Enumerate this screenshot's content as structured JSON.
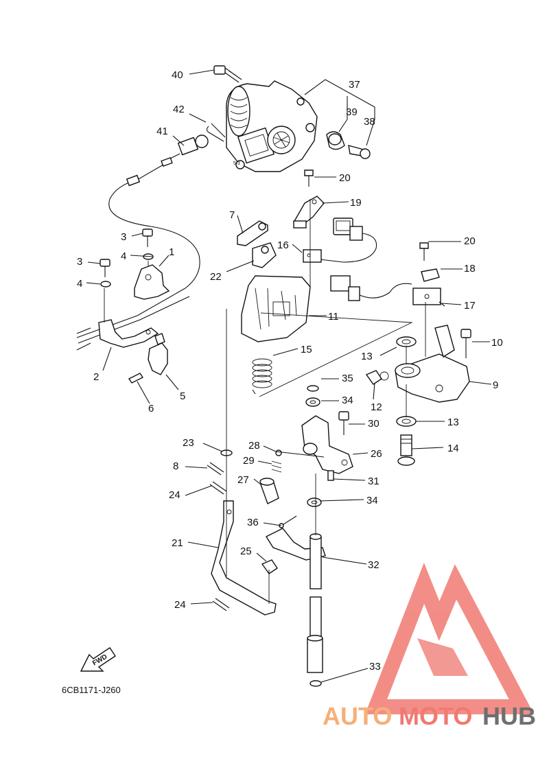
{
  "diagram": {
    "code": "6CB1171-J260",
    "fwd_label": "FWD",
    "watermark": {
      "brand_a": "AUTO",
      "brand_b": "MOTO",
      "brand_c": "HUB",
      "colors": {
        "red": "#f07a72",
        "orange": "#f4b07a",
        "gray": "#6f6f6f"
      }
    },
    "callouts": [
      {
        "id": "c40",
        "text": "40"
      },
      {
        "id": "c37",
        "text": "37"
      },
      {
        "id": "c42",
        "text": "42"
      },
      {
        "id": "c39",
        "text": "39"
      },
      {
        "id": "c38",
        "text": "38"
      },
      {
        "id": "c41",
        "text": "41"
      },
      {
        "id": "c20a",
        "text": "20"
      },
      {
        "id": "c19",
        "text": "19"
      },
      {
        "id": "c7",
        "text": "7"
      },
      {
        "id": "c16",
        "text": "16"
      },
      {
        "id": "c20b",
        "text": "20"
      },
      {
        "id": "c3a",
        "text": "3"
      },
      {
        "id": "c1",
        "text": "1"
      },
      {
        "id": "c4a",
        "text": "4"
      },
      {
        "id": "c3b",
        "text": "3"
      },
      {
        "id": "c22",
        "text": "22"
      },
      {
        "id": "c18",
        "text": "18"
      },
      {
        "id": "c4b",
        "text": "4"
      },
      {
        "id": "c17",
        "text": "17"
      },
      {
        "id": "c11",
        "text": "11"
      },
      {
        "id": "c10",
        "text": "10"
      },
      {
        "id": "c15",
        "text": "15"
      },
      {
        "id": "c13a",
        "text": "13"
      },
      {
        "id": "c2",
        "text": "2"
      },
      {
        "id": "c5",
        "text": "5"
      },
      {
        "id": "c35",
        "text": "35"
      },
      {
        "id": "c9",
        "text": "9"
      },
      {
        "id": "c6",
        "text": "6"
      },
      {
        "id": "c12",
        "text": "12"
      },
      {
        "id": "c34a",
        "text": "34"
      },
      {
        "id": "c30",
        "text": "30"
      },
      {
        "id": "c13b",
        "text": "13"
      },
      {
        "id": "c23",
        "text": "23"
      },
      {
        "id": "c14",
        "text": "14"
      },
      {
        "id": "c28",
        "text": "28"
      },
      {
        "id": "c26",
        "text": "26"
      },
      {
        "id": "c8",
        "text": "8"
      },
      {
        "id": "c29",
        "text": "29"
      },
      {
        "id": "c27",
        "text": "27"
      },
      {
        "id": "c31",
        "text": "31"
      },
      {
        "id": "c24a",
        "text": "24"
      },
      {
        "id": "c34b",
        "text": "34"
      },
      {
        "id": "c36",
        "text": "36"
      },
      {
        "id": "c21",
        "text": "21"
      },
      {
        "id": "c25",
        "text": "25"
      },
      {
        "id": "c32",
        "text": "32"
      },
      {
        "id": "c24b",
        "text": "24"
      },
      {
        "id": "c33",
        "text": "33"
      }
    ]
  }
}
